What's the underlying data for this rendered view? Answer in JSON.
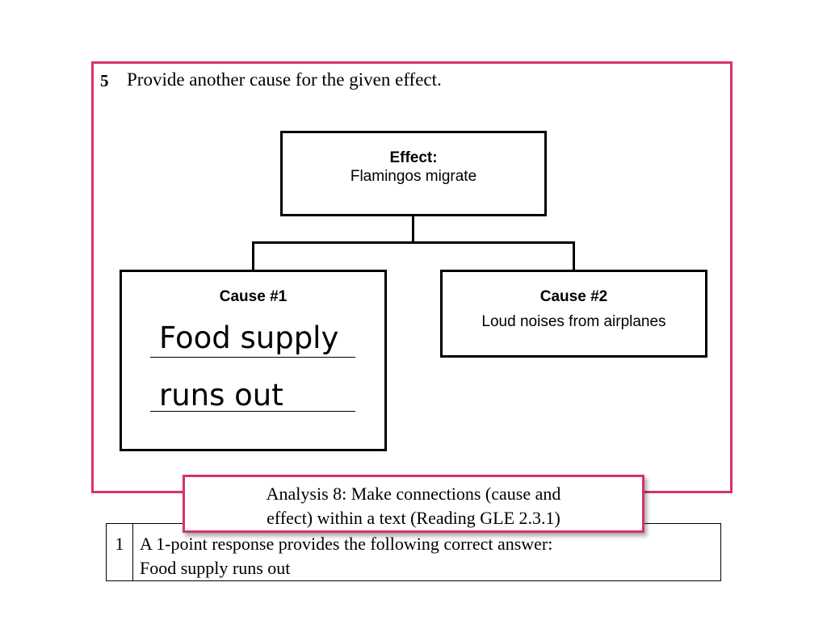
{
  "question": {
    "number": "5",
    "prompt": "Provide another cause for the given effect."
  },
  "effect": {
    "heading": "Effect:",
    "text": "Flamingos migrate"
  },
  "cause1": {
    "heading": "Cause #1",
    "answer_line1": "Food supply",
    "answer_line2": "runs out"
  },
  "cause2": {
    "heading": "Cause #2",
    "text": "Loud noises from airplanes"
  },
  "analysis": {
    "line1": "Analysis 8: Make connections (cause and",
    "line2": "effect) within a text (Reading GLE 2.3.1)"
  },
  "rubric": {
    "score": "1",
    "line1": "A 1-point response provides the following correct answer:",
    "line2": "Food supply runs out"
  },
  "colors": {
    "accent_border": "#d6336c"
  }
}
